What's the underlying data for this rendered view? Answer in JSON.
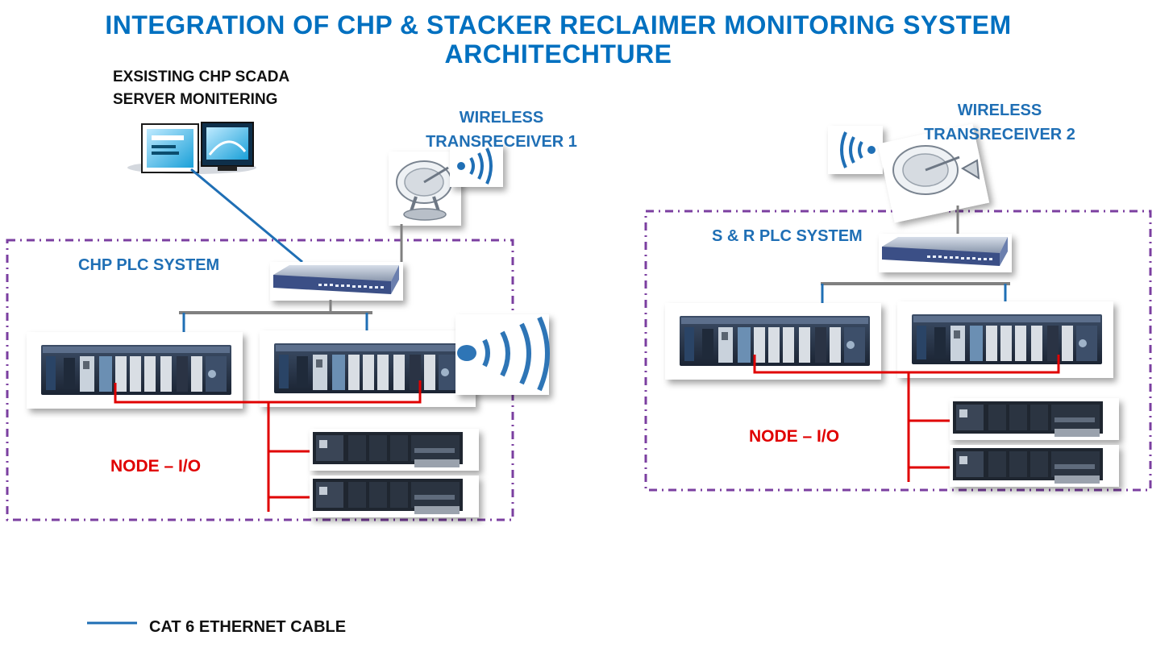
{
  "title": {
    "line1": "INTEGRATION OF CHP & STACKER RECLAIMER MONITORING SYSTEM",
    "line2": "ARCHITECHTURE"
  },
  "left": {
    "server_label_line1": "EXSISTING CHP SCADA",
    "server_label_line2": "SERVER MONITERING",
    "wireless_label_line1": "WIRELESS",
    "wireless_label_line2": "TRANSRECEIVER 1",
    "system_label": "CHP PLC SYSTEM",
    "node_label": "NODE –  I/O"
  },
  "right": {
    "wireless_label_line1": "WIRELESS",
    "wireless_label_line2": "TRANSRECEIVER 2",
    "system_label": "S & R PLC SYSTEM",
    "node_label": "NODE –  I/O"
  },
  "legend": {
    "label": "CAT 6 ETHERNET CABLE"
  },
  "colors": {
    "title": "#0070C0",
    "ethernet": "#1F6FB5",
    "io_bus": "#E00000",
    "boundary": "#7B3FA0",
    "backbone": "#808080"
  }
}
